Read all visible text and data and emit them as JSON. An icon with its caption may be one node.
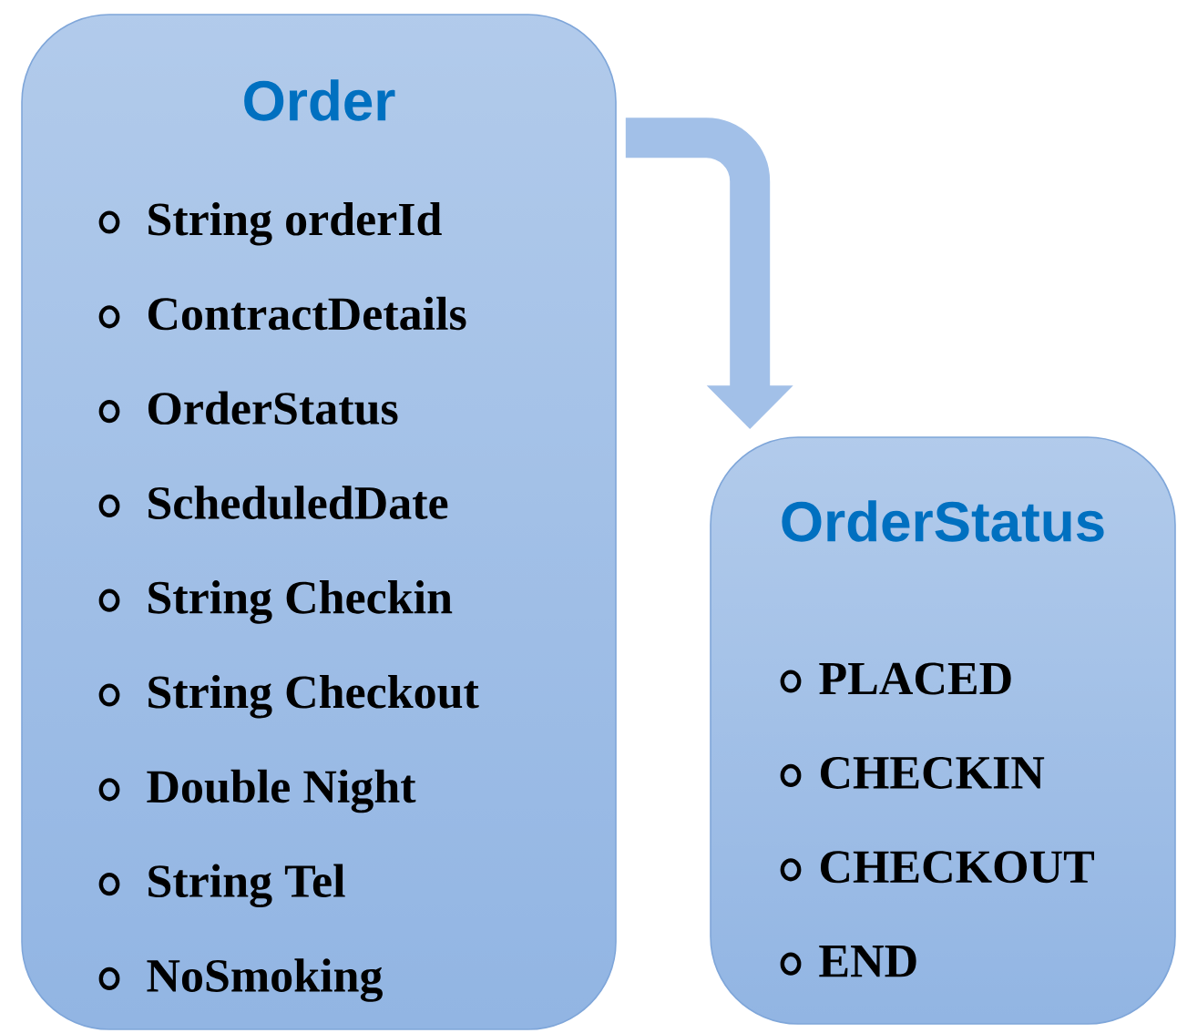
{
  "diagram": {
    "nodes": [
      {
        "text": [
          "Order",
          "String orderId",
          "ContractDetails",
          "OrderStatus",
          "ScheduledDate",
          "String Checkin",
          "String Checkout",
          "Double Night",
          "String Tel",
          "NoSmoking"
        ]
      },
      {
        "text": [
          "OrderStatus",
          "PLACED",
          "CHECKIN",
          "CHECKOUT",
          "END"
        ]
      }
    ],
    "edges": [
      {
        "from": 0,
        "to": 1,
        "arrow": "to"
      }
    ]
  }
}
